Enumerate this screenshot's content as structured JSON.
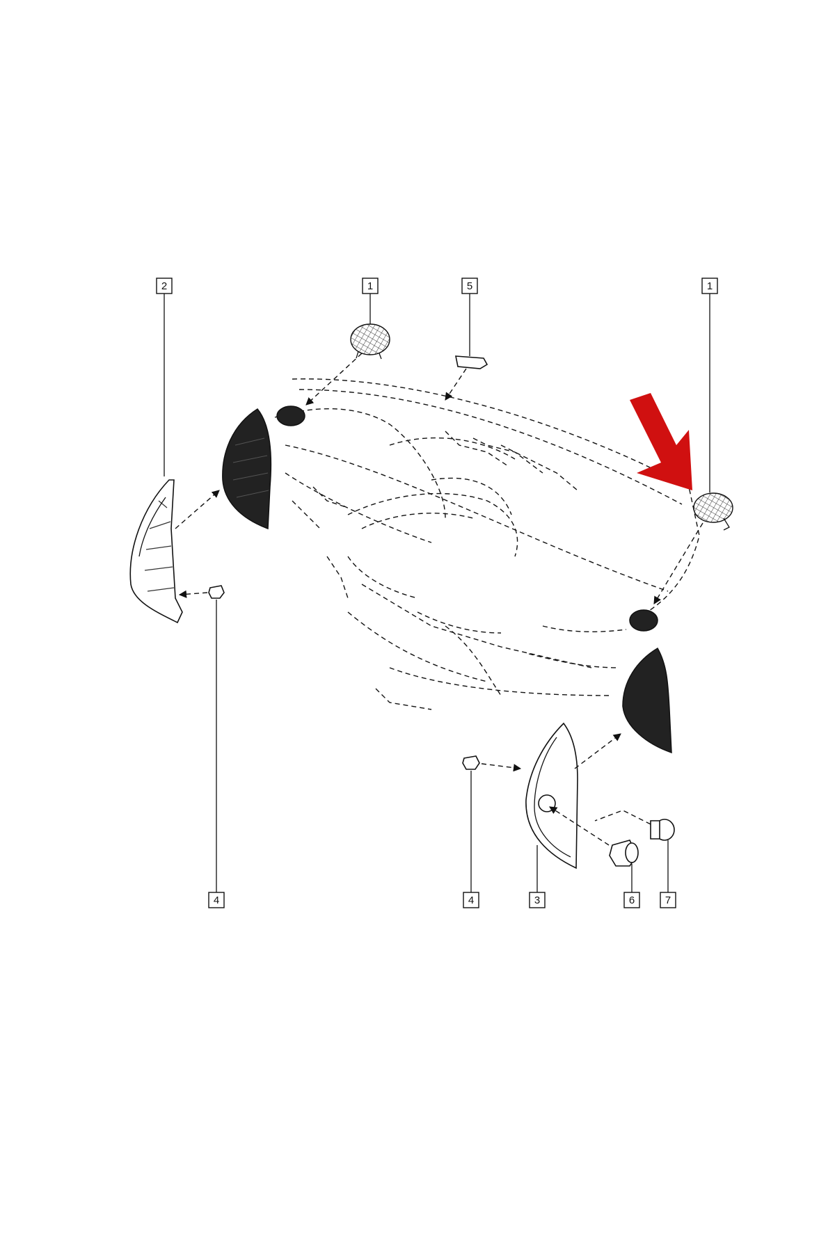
{
  "diagram": {
    "callouts": [
      {
        "id": "c2-left",
        "label": "2"
      },
      {
        "id": "c1-top",
        "label": "1"
      },
      {
        "id": "c5-top",
        "label": "5"
      },
      {
        "id": "c1-right",
        "label": "1"
      },
      {
        "id": "c4-left",
        "label": "4"
      },
      {
        "id": "c4-right",
        "label": "4"
      },
      {
        "id": "c3",
        "label": "3"
      },
      {
        "id": "c6",
        "label": "6"
      },
      {
        "id": "c7",
        "label": "7"
      }
    ],
    "highlight_arrow_color": "#d01010",
    "line_color": "#111111"
  }
}
